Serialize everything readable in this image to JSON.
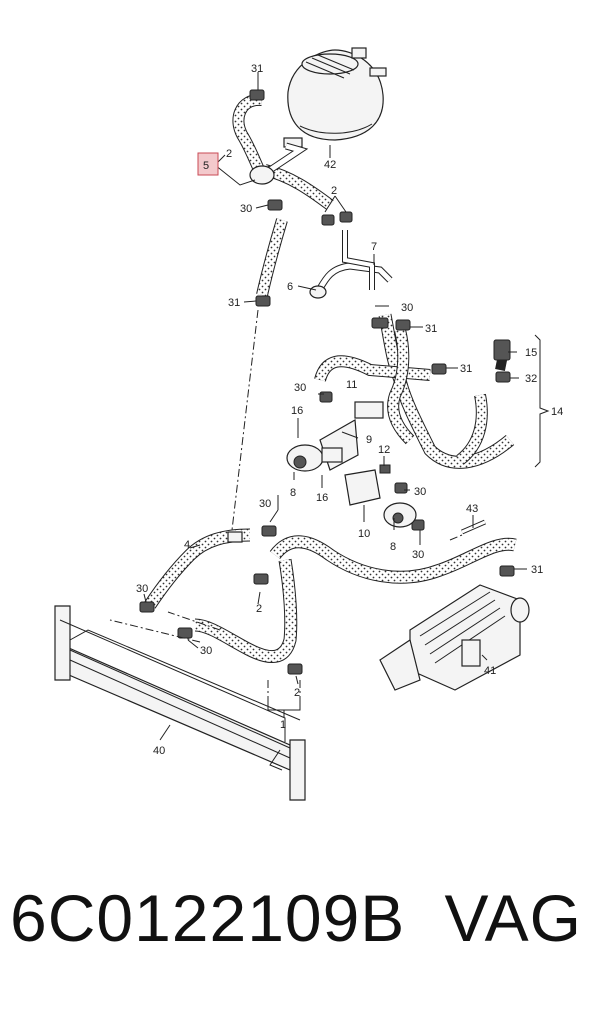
{
  "diagram": {
    "callouts": {
      "c31a": "31",
      "c42": "42",
      "c5": "5",
      "c2a": "2",
      "c30a": "30",
      "c2b": "2",
      "c7": "7",
      "c6": "6",
      "c31b": "31",
      "c30b": "30",
      "c31c": "31",
      "c31d": "31",
      "c15": "15",
      "c32": "32",
      "c14": "14",
      "c30c": "30",
      "c11": "11",
      "c16a": "16",
      "c9": "9",
      "c12": "12",
      "c8a": "8",
      "c16b": "16",
      "c30d": "30",
      "c30e": "30",
      "c10": "10",
      "c8b": "8",
      "c30f": "30",
      "c43": "43",
      "c4": "4",
      "c31e": "31",
      "c30g": "30",
      "c2c": "2",
      "c30h": "30",
      "c2d": "2",
      "c41": "41",
      "c1": "1",
      "c40": "40"
    },
    "highlight_color": "#f3c9cc"
  },
  "footer": {
    "part_number": "6C0122109B",
    "brand": "VAG"
  }
}
